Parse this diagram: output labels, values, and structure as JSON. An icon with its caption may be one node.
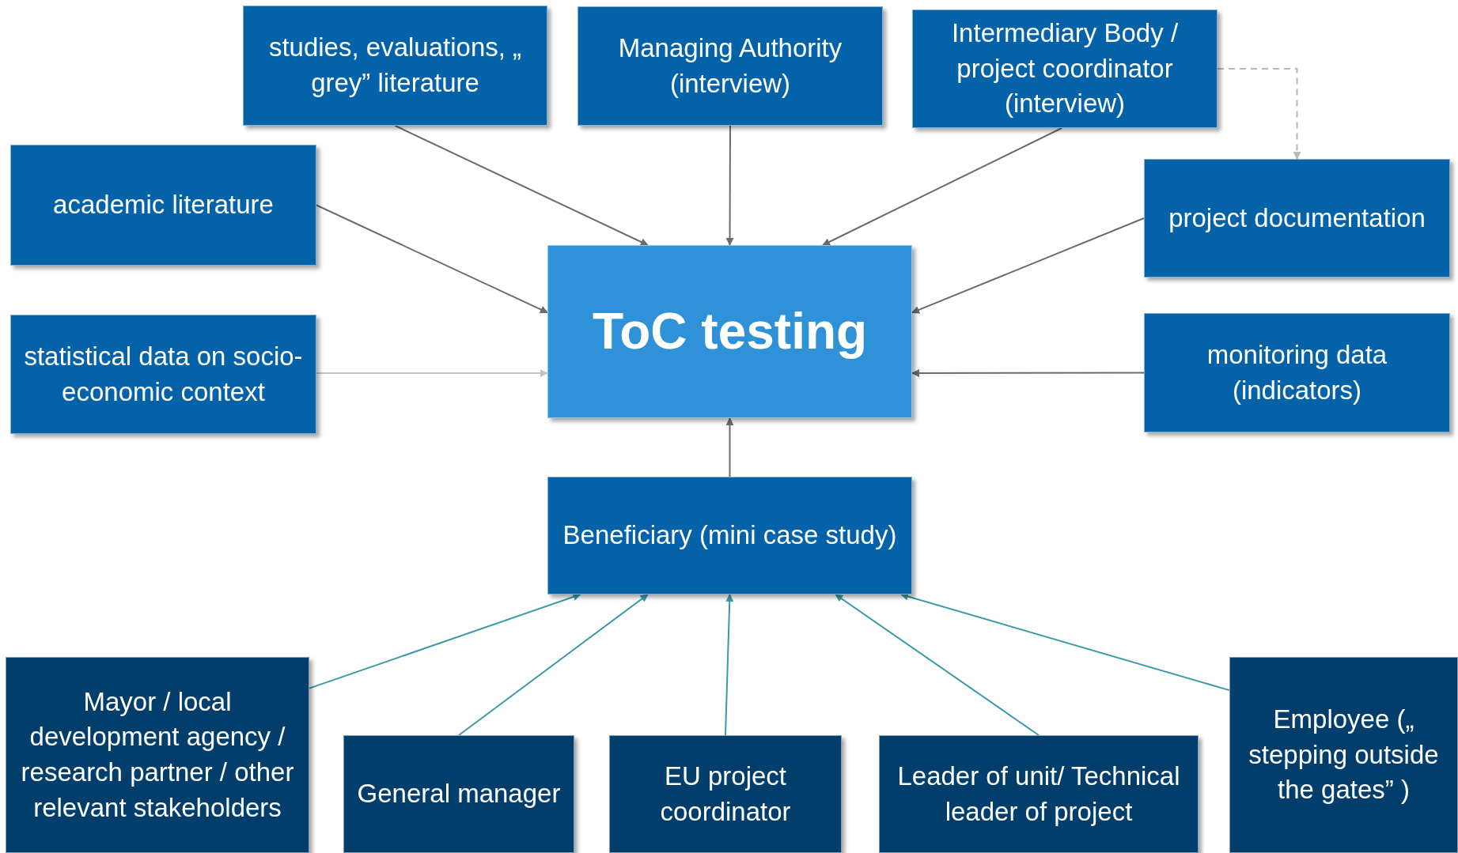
{
  "diagram": {
    "nodes": [
      {
        "text": [
          "ToC testing"
        ]
      },
      {
        "text": [
          "studies, evaluations, „ grey”  literature"
        ]
      },
      {
        "text": [
          "Managing Authority (interview)"
        ]
      },
      {
        "text": [
          "Intermediary Body / project coordinator (interview)"
        ]
      },
      {
        "text": [
          "academic literature"
        ]
      },
      {
        "text": [
          "project documentation"
        ]
      },
      {
        "text": [
          "statistical data on socio-economic context"
        ]
      },
      {
        "text": [
          "monitoring data (indicators)"
        ]
      },
      {
        "text": [
          "Beneficiary (mini case study)"
        ]
      },
      {
        "text": [
          "Mayor / local development agency / research partner / other relevant stakeholders"
        ]
      },
      {
        "text": [
          "General manager"
        ]
      },
      {
        "text": [
          "EU project coordinator"
        ]
      },
      {
        "text": [
          "Leader of unit/ Technical leader of project"
        ]
      },
      {
        "text": [
          "Employee („ stepping outside the gates” )"
        ]
      }
    ],
    "edges": [
      {
        "from": 1,
        "to": 0,
        "arrow": "to"
      },
      {
        "from": 2,
        "to": 0,
        "arrow": "to"
      },
      {
        "from": 3,
        "to": 0,
        "arrow": "to"
      },
      {
        "from": 4,
        "to": 0,
        "arrow": "to"
      },
      {
        "from": 5,
        "to": 0,
        "arrow": "to"
      },
      {
        "from": 6,
        "to": 0,
        "arrow": "to",
        "color": "#c4c4c4"
      },
      {
        "from": 7,
        "to": 0,
        "arrow": "to"
      },
      {
        "from": 8,
        "to": 0,
        "arrow": "to"
      },
      {
        "from": 3,
        "to": 5,
        "arrow": "to",
        "style": "dashed",
        "color": "#b8b8b8"
      },
      {
        "from": 9,
        "to": 8,
        "arrow": "to",
        "color": "#3b9aa6"
      },
      {
        "from": 10,
        "to": 8,
        "arrow": "to",
        "color": "#3b9aa6"
      },
      {
        "from": 11,
        "to": 8,
        "arrow": "to",
        "color": "#3b9aa6"
      },
      {
        "from": 12,
        "to": 8,
        "arrow": "to",
        "color": "#3b9aa6"
      },
      {
        "from": 13,
        "to": 8,
        "arrow": "to",
        "color": "#3b9aa6"
      }
    ]
  }
}
